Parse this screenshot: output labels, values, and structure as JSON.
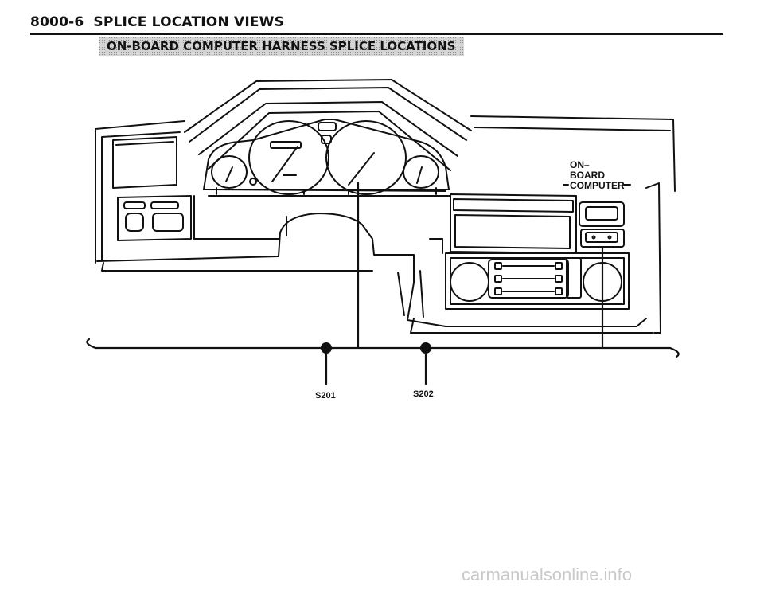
{
  "header": {
    "page_number": "8000-6",
    "section_title": "SPLICE LOCATION VIEWS"
  },
  "subtitle": "ON-BOARD COMPUTER HARNESS SPLICE LOCATIONS",
  "callout": {
    "line1": "ON–",
    "line2": "BOARD",
    "line3": "COMPUTER"
  },
  "splices": [
    {
      "label": "S201"
    },
    {
      "label": "S202"
    }
  ],
  "watermark": "carmanualsonline.info"
}
